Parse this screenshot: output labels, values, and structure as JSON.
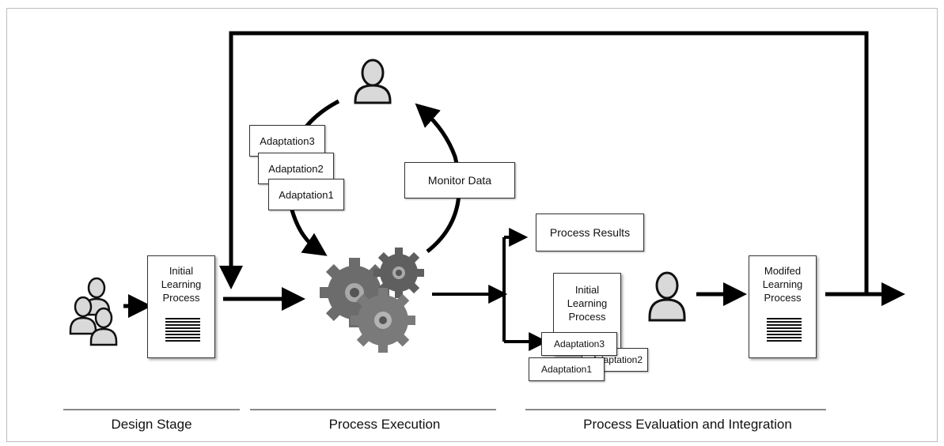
{
  "diagram": {
    "design_doc": {
      "text": "Initial\nLearning\nProcess"
    },
    "adaptations_stack": [
      "Adaptation3",
      "Adaptation2",
      "Adaptation1"
    ],
    "monitor_label": "Monitor Data",
    "process_results_label": "Process Results",
    "result_doc": {
      "text": "Initial\nLearning\nProcess"
    },
    "result_adaptations": [
      "Adaptation3",
      "Adaptation2",
      "Adaptation1"
    ],
    "modified_doc": {
      "text": "Modifed\nLearning\nProcess"
    },
    "stages": {
      "design": "Design Stage",
      "execution": "Process Execution",
      "evaluation": "Process Evaluation and Integration"
    }
  }
}
